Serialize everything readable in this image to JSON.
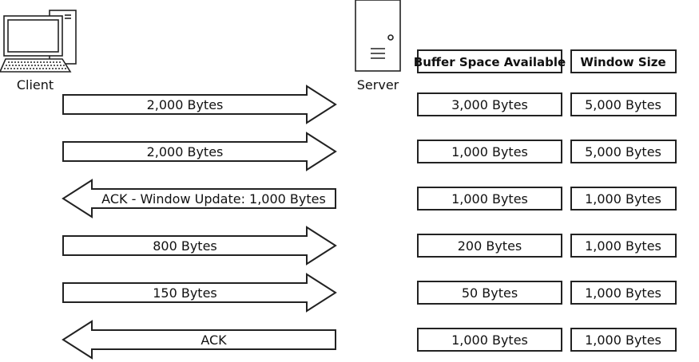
{
  "nodes": {
    "client": {
      "label": "Client",
      "icon": "desktop-computer-icon"
    },
    "server": {
      "label": "Server",
      "icon": "server-tower-icon"
    }
  },
  "table": {
    "headers": [
      "Buffer Space Available",
      "Window Size"
    ]
  },
  "rows": [
    {
      "direction": "right",
      "label": "2,000 Bytes",
      "buffer": "3,000 Bytes",
      "window": "5,000 Bytes"
    },
    {
      "direction": "right",
      "label": "2,000 Bytes",
      "buffer": "1,000 Bytes",
      "window": "5,000 Bytes"
    },
    {
      "direction": "left",
      "label": "ACK - Window Update: 1,000 Bytes",
      "buffer": "1,000 Bytes",
      "window": "1,000 Bytes"
    },
    {
      "direction": "right",
      "label": "800 Bytes",
      "buffer": "200 Bytes",
      "window": "1,000 Bytes"
    },
    {
      "direction": "right",
      "label": "150 Bytes",
      "buffer": "50 Bytes",
      "window": "1,000 Bytes"
    },
    {
      "direction": "left",
      "label": "ACK",
      "buffer": "1,000 Bytes",
      "window": "1,000 Bytes"
    }
  ]
}
